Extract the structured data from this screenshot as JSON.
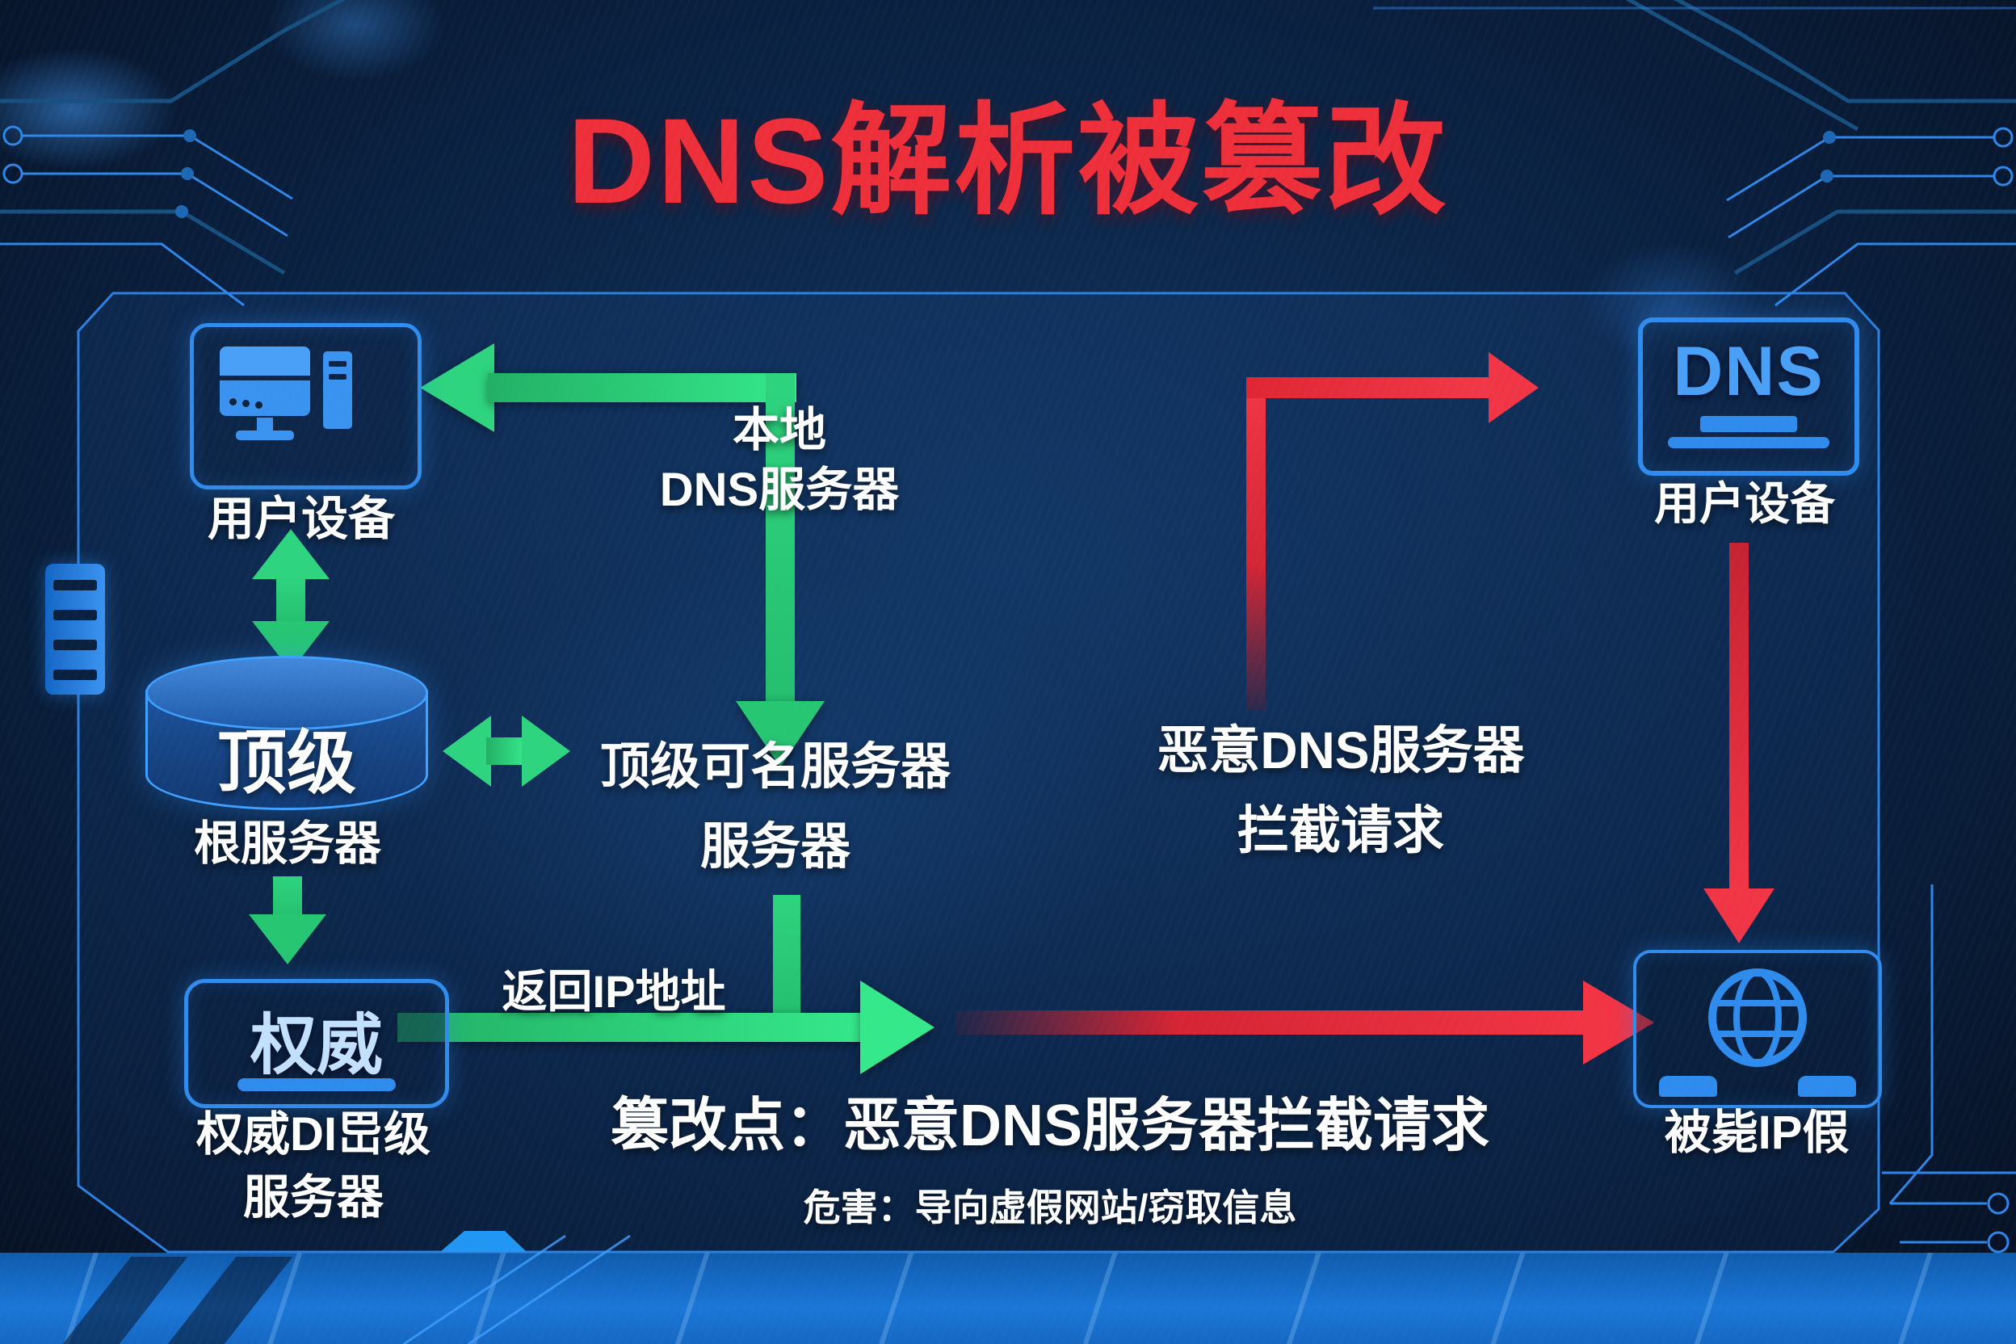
{
  "title": "DNS解析被篡改",
  "colors": {
    "accent_red": "#ee2f3a",
    "accent_green": "#2ed47e",
    "accent_blue": "#2f8ced",
    "background": "#0a203f"
  },
  "normal_flow": {
    "user_device": "用户设备",
    "local_dns_line1": "本地",
    "local_dns_line2": "DNS服务器",
    "root_cylinder": "顶级",
    "root_label": "根服务器",
    "tld_line1": "顶级可名服务器",
    "tld_line2": "服务器",
    "authority_box": "权威",
    "authority_line1": "权威DI岊级",
    "authority_line2": "服务器",
    "return_ip": "返回IP地址"
  },
  "hijacked_flow": {
    "dns_icon": "DNS",
    "user_device": "用户设备",
    "malicious_line1": "恶意DNS服务器",
    "malicious_line2": "拦截请求",
    "fake_ip": "被毙IP假"
  },
  "notes": {
    "tamper_point": "篡改点：恶意DNS服务器拦截请求",
    "harm": "危害：导向虚假网站/窃取信息"
  },
  "icons": {
    "user_device_left": "computer-icon",
    "root_server": "database-cylinder-icon",
    "dns_server": "dns-monitor-icon",
    "fake_site": "globe-icon"
  }
}
